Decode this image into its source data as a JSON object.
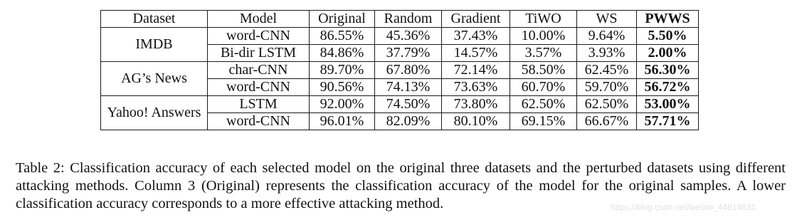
{
  "table": {
    "headers": [
      "Dataset",
      "Model",
      "Original",
      "Random",
      "Gradient",
      "TiWO",
      "WS",
      "PWWS"
    ],
    "groups": [
      {
        "dataset": "IMDB",
        "rows": [
          {
            "model": "word-CNN",
            "original": "86.55%",
            "random": "45.36%",
            "gradient": "37.43%",
            "tiwo": "10.00%",
            "ws": "9.64%",
            "pwws": "5.50%"
          },
          {
            "model": "Bi-dir LSTM",
            "original": "84.86%",
            "random": "37.79%",
            "gradient": "14.57%",
            "tiwo": "3.57%",
            "ws": "3.93%",
            "pwws": "2.00%"
          }
        ]
      },
      {
        "dataset": "AG’s News",
        "rows": [
          {
            "model": "char-CNN",
            "original": "89.70%",
            "random": "67.80%",
            "gradient": "72.14%",
            "tiwo": "58.50%",
            "ws": "62.45%",
            "pwws": "56.30%"
          },
          {
            "model": "word-CNN",
            "original": "90.56%",
            "random": "74.13%",
            "gradient": "73.63%",
            "tiwo": "60.70%",
            "ws": "59.70%",
            "pwws": "56.72%"
          }
        ]
      },
      {
        "dataset": "Yahoo! Answers",
        "rows": [
          {
            "model": "LSTM",
            "original": "92.00%",
            "random": "74.50%",
            "gradient": "73.80%",
            "tiwo": "62.50%",
            "ws": "62.50%",
            "pwws": "53.00%"
          },
          {
            "model": "word-CNN",
            "original": "96.01%",
            "random": "82.09%",
            "gradient": "80.10%",
            "tiwo": "69.15%",
            "ws": "66.67%",
            "pwws": "57.71%"
          }
        ]
      }
    ]
  },
  "caption": "Table 2: Classification accuracy of each selected model on the original three datasets and the perturbed datasets using different attacking methods. Column 3 (Original) represents the classification accuracy of the model for the original samples. A lower classification accuracy corresponds to a more effective attacking method.",
  "watermark": "https://blog.csdn.net/weixin_44614631"
}
